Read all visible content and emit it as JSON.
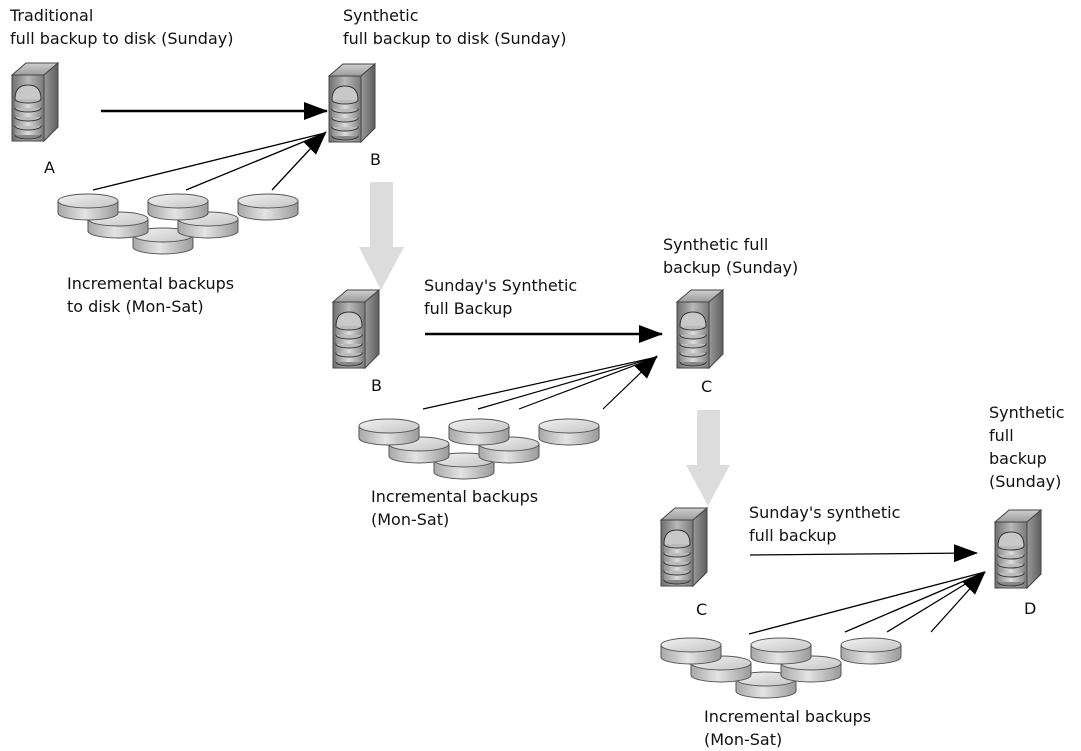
{
  "labels": {
    "stage1_source_title": [
      "Traditional",
      "full backup to disk (Sunday)"
    ],
    "stage1_target_title": [
      "Synthetic",
      "full backup to disk (Sunday)"
    ],
    "stage1_source_letter": "A",
    "stage1_target_letter": "B",
    "stage1_incrementals": [
      "Incremental backups",
      "to disk (Mon-Sat)"
    ],
    "stage2_source_title": [
      "Sunday's Synthetic",
      "full Backup"
    ],
    "stage2_target_title": [
      "Synthetic  full",
      "backup (Sunday)"
    ],
    "stage2_source_letter": "B",
    "stage2_target_letter": "C",
    "stage2_incrementals": [
      "Incremental backups",
      "(Mon-Sat)"
    ],
    "stage3_source_title": [
      "Sunday's  synthetic",
      "full backup"
    ],
    "stage3_target_title": [
      "Synthetic",
      "full",
      "backup",
      "(Sunday)"
    ],
    "stage3_source_letter": "C",
    "stage3_target_letter": "D",
    "stage3_incrementals": [
      "Incremental backups",
      "(Mon-Sat)"
    ]
  },
  "icons": {
    "server": "server-disk-icon",
    "incremental": "disk-platter-icon",
    "transition": "down-arrow-icon"
  },
  "colors": {
    "arrow": "#000000",
    "transition_arrow": "#d9d9d9",
    "server_body": "#9a9a9a",
    "disk_fill": "#d2d2d2"
  }
}
